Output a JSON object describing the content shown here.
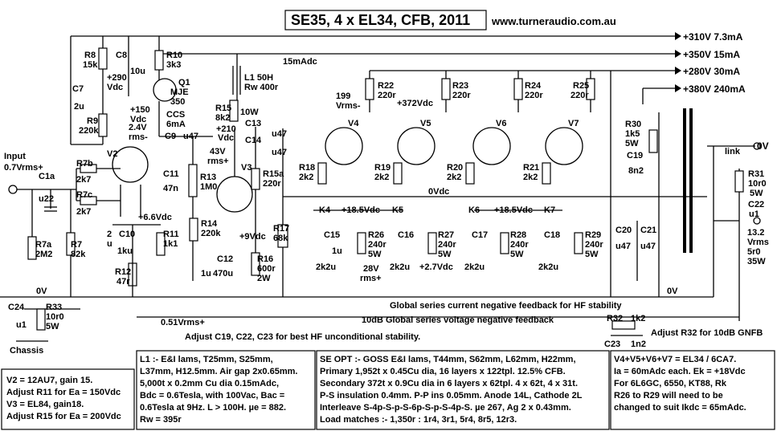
{
  "title": "SE35, 4 x EL34, CFB, 2011",
  "website": "www.turneraudio.com.au",
  "rails": [
    "+310V  7.3mA",
    "+350V  15mA",
    "+280V  30mA",
    "+380V  240mA"
  ],
  "labels": {
    "r8": "R8",
    "r8v": "15k",
    "c8": "C8",
    "c8v": "10u",
    "r10": "R10",
    "r10v": "3k3",
    "q1": "Q1",
    "q1a": "MJE",
    "q1b": "350",
    "v290": "+290",
    "vdc1": "Vdc",
    "c7": "C7",
    "c7v": "2u",
    "r9": "R9",
    "r9v": "220k",
    "v150": "+150",
    "vdc2": "Vdc",
    "v24": "2.4V",
    "rms1": "rms-",
    "ccs": "CCS",
    "ccs6": "6mA",
    "c9": "C9",
    "c9v": "u47",
    "l1": "L1 50H",
    "rw": "Rw 400r",
    "i15": "15mAdc",
    "r15": "R15",
    "r15v": "8k2",
    "w10": "10W",
    "v210": "+210",
    "vdc3": "Vdc",
    "c13": "C13",
    "c13v": "u47",
    "c14": "C14",
    "c14v": "u47",
    "v43": "43V",
    "rms2": "rms+",
    "v3": "V3",
    "r15a": "R15a",
    "r15av": "220r",
    "r13": "R13",
    "r13v": "1M0",
    "c11": "C11",
    "c11v": "47n",
    "r14": "R14",
    "r14v": "220k",
    "v9": "+9Vdc",
    "c12": "C12",
    "c12a": "1u",
    "c12b": "470u",
    "r16": "R16",
    "r16v": "600r",
    "r16w": "2W",
    "r17": "R17",
    "r17v": "68k",
    "input": "Input",
    "inv": "0.7Vrms+",
    "c1a": "C1a",
    "c1av": "u22",
    "r7b": "R7b",
    "r7bv": "2k7",
    "r7c": "R7c",
    "r7cv": "2k7",
    "r7a": "R7a",
    "r7av": "2M2",
    "r7": "R7",
    "r7v": "82k",
    "v2": "V2",
    "v66": "+6.6Vdc",
    "c10": "C10",
    "c10v": "1ku",
    "c10a": "2",
    "c10b": "u",
    "r11": "R11",
    "r11v": "1k1",
    "r12": "R12",
    "r12v": "47r",
    "c24": "C24",
    "c24v": "u1",
    "r33": "R33",
    "r33v": "10r0",
    "r33w": "5W",
    "zero1": "0V",
    "chassis": "Chassis",
    "v199": "199",
    "vrms": "Vrms-",
    "v372": "+372Vdc",
    "r22": "R22",
    "r22v": "220r",
    "r23": "R23",
    "r23v": "220r",
    "r24": "R24",
    "r24v": "220r",
    "r25": "R25",
    "r25v": "220r",
    "v4": "V4",
    "v5": "V5",
    "v6": "V6",
    "v7": "V7",
    "r18": "R18",
    "r18v": "2k2",
    "r19": "R19",
    "r19v": "2k2",
    "r20": "R20",
    "r20v": "2k2",
    "r21": "R21",
    "r21v": "2k2",
    "zero2": "0Vdc",
    "k4": "K4",
    "k5": "K5",
    "k6": "K6",
    "k7": "K7",
    "v185a": "+18.5Vdc",
    "v185b": "+18.5Vdc",
    "c15": "C15",
    "c16": "C16",
    "c17": "C17",
    "c18": "C18",
    "cu": "1u",
    "r26": "R26",
    "r27": "R27",
    "r28": "R28",
    "r29": "R29",
    "r240": "240r",
    "w5": "5W",
    "c2k2a": "2k2u",
    "c2k2b": "2k2u",
    "c2k2c": "2k2u",
    "c2k2d": "2k2u",
    "v28": "28V",
    "rms3": "rms+",
    "v27": "+2.7Vdc",
    "r30": "R30",
    "r30v": "1k5",
    "r30w": "5W",
    "c19": "C19",
    "c19v": "8n2",
    "c20": "C20",
    "c20v": "u47",
    "c21": "C21",
    "c21v": "u47",
    "link": "link",
    "zero3": "0V",
    "r31": "R31",
    "r31v": "10r0",
    "r31w": "5W",
    "c22": "C22",
    "c22v": "u1",
    "out1": "13.2",
    "out2": "Vrms",
    "out3": "5r0",
    "out4": "35W",
    "zero4": "0V",
    "fb1": "Global series current negative feedback  for HF stability",
    "v051": "0.51Vrms+",
    "fb2": "10dB  Global series voltage negative feedback",
    "r32": "R32",
    "r32v": "1k2",
    "c23": "C23",
    "c23v": "1n2",
    "adjr32": "Adjust R32 for 10dB GNFB",
    "adjc": "Adjust C19, C22, C23 for best HF unconditional stability."
  },
  "notes": {
    "left": [
      "V2 = 12AU7, gain 15.",
      "Adjust R11 for Ea = 150Vdc",
      "V3 = EL84, gain18.",
      "Adjust R15 for Ea = 200Vdc"
    ],
    "l1": [
      "L1 :- E&I lams, T25mm, S25mm,",
      "L37mm, H12.5mm. Air gap 2x0.65mm.",
      "5,000t x 0.2mm Cu dia  0.15mAdc,",
      "Bdc = 0.6Tesla, with 100Vac, Bac =",
      "0.6Tesla at 9Hz.  L > 100H. µe = 882.",
      "Rw = 395r"
    ],
    "opt": [
      "SE OPT :- GOSS  E&I lams, T44mm, S62mm, L62mm, H22mm,",
      "Primary 1,952t  x 0.45Cu dia, 16 layers x 122tpl. 12.5% CFB.",
      "Secondary  372t x 0.9Cu dia in 6  layers x 62tpl.  4 x 62t, 4 x 31t.",
      "P-S insulation 0.4mm.  P-P ins 0.05mm.  Anode 14L, Cathode 2L",
      "Interleave  S-4p-S-p-S-6p-S-p-S-4p-S.  µe 267, Ag 2 x 0.43mm.",
      "Load  matches :-  1,350r :  1r4, 3r1, 5r4, 8r5, 12r3."
    ],
    "tubes": [
      "V4+V5+V6+V7 = EL34 / 6CA7.",
      "Ia = 60mAdc each. Ek = +18Vdc",
      "For 6L6GC, 6550, KT88, Rk",
      "R26 to R29 will need to be",
      "changed to suit Ikdc = 65mAdc."
    ]
  }
}
